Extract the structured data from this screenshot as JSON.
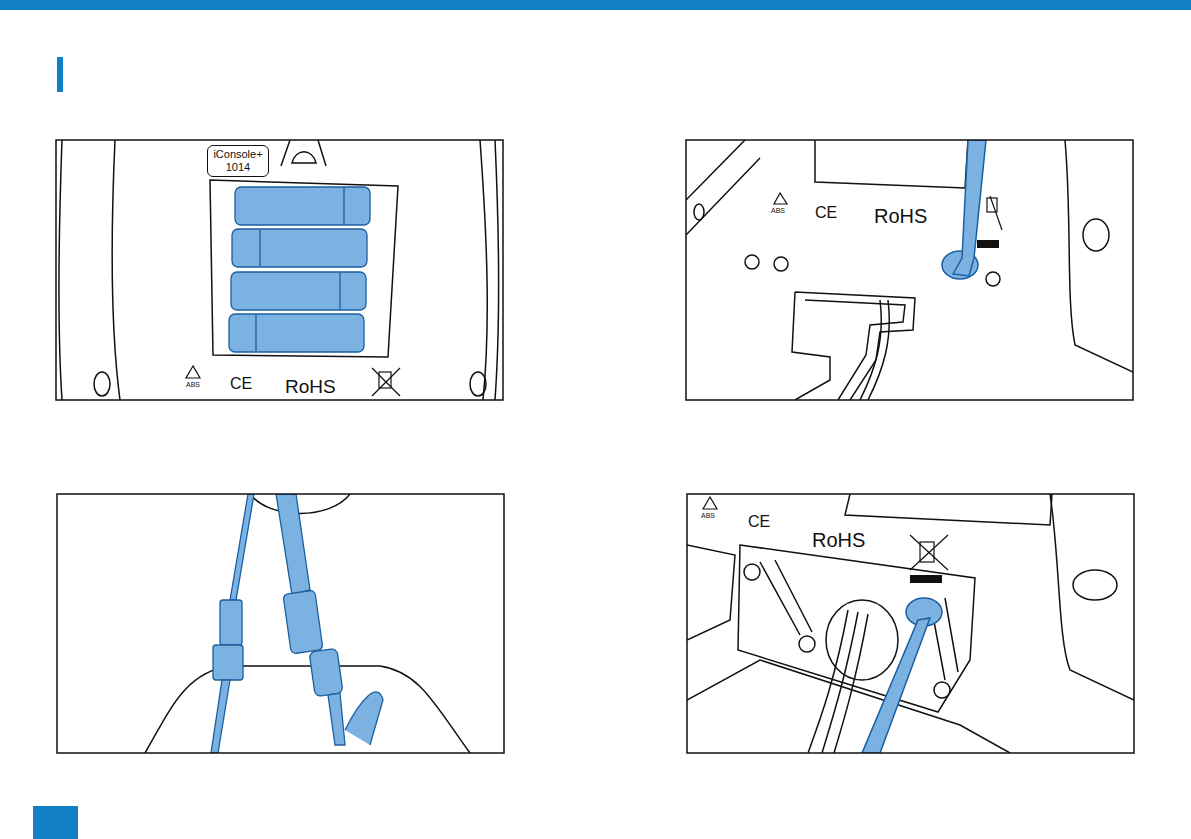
{
  "diagram": {
    "nodes": [
      {
        "text": [
          "iConsole+ 1014"
        ]
      }
    ],
    "labels": [
      "ABS",
      "CE",
      "RoHS",
      "ABS",
      "CE",
      "RoHS",
      "ABS",
      "CE",
      "RoHS"
    ]
  }
}
